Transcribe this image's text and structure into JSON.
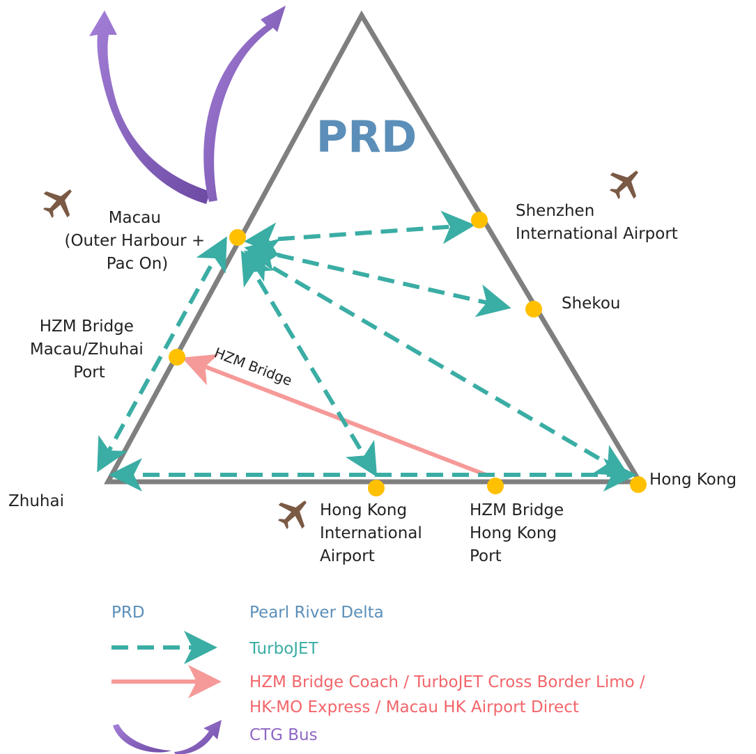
{
  "title": "PRD",
  "colors": {
    "title": "#5b8fb9",
    "triangle": "#7f7f7f",
    "turbojet": "#3aada4",
    "bridge": "#f59a98",
    "ctg": "#8e67c4",
    "node": "#ffc000",
    "plane": "#7a5a45"
  },
  "nodes": {
    "macau": [
      "Macau",
      "(Outer Harbour +",
      "Pac On)"
    ],
    "shenzhen": [
      "Shenzhen",
      "International Airport"
    ],
    "shekou": [
      "Shekou"
    ],
    "hzm_macau": [
      "HZM Bridge",
      "Macau/Zhuhai",
      "Port"
    ],
    "zhuhai": [
      "Zhuhai"
    ],
    "hkia": [
      "Hong Kong",
      "International",
      "Airport"
    ],
    "hzm_hk": [
      "HZM Bridge",
      "Hong Kong",
      "Port"
    ],
    "hongkong": [
      "Hong Kong"
    ]
  },
  "bridge_label": "HZM Bridge",
  "legend": {
    "prd_abbr": "PRD",
    "prd_full": "Pearl River Delta",
    "turbojet": "TurboJET",
    "bridge_line1": "HZM Bridge Coach / TurboJET Cross Border Limo /",
    "bridge_line2": "HK-MO Express / Macau HK Airport Direct",
    "ctg": "CTG Bus"
  }
}
